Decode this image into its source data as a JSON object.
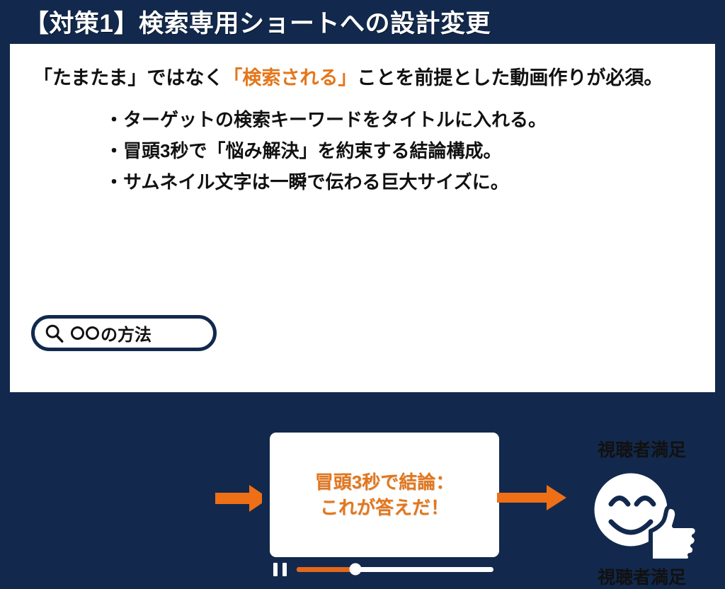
{
  "slide": {
    "title": "【対策1】検索専用ショートへの設計変更",
    "background_color": "#12294d",
    "panel_color": "#ffffff",
    "accent_color": "#e4761b",
    "navy_color": "#12294d"
  },
  "lead": {
    "part1": "「たまたま」ではなく",
    "highlight": "「検索される」",
    "part2": "ことを前提とした動画作りが必須。"
  },
  "bullets": [
    "・ターゲットの検索キーワードをタイトルに入れる。",
    "・冒頭3秒で「悩み解決」を約束する結論構成。",
    "・サムネイル文字は一瞬で伝わる巨大サイズに。"
  ],
  "search_box": {
    "icon": "search-icon",
    "query": "の方法",
    "placeholder_circles": 2
  },
  "video": {
    "line1": "冒頭3秒で結論：",
    "line2": "これが答えだ！",
    "pause_icon": "pause-icon",
    "progress_percent": 30
  },
  "satisfaction": {
    "label_top": "視聴者満足",
    "label_bottom": "視聴者満足",
    "face_icon": "smiley-face-icon",
    "thumb_icon": "thumbs-up-icon"
  },
  "arrows": {
    "arrow1": "arrow-right-icon",
    "arrow2": "arrow-right-icon"
  }
}
